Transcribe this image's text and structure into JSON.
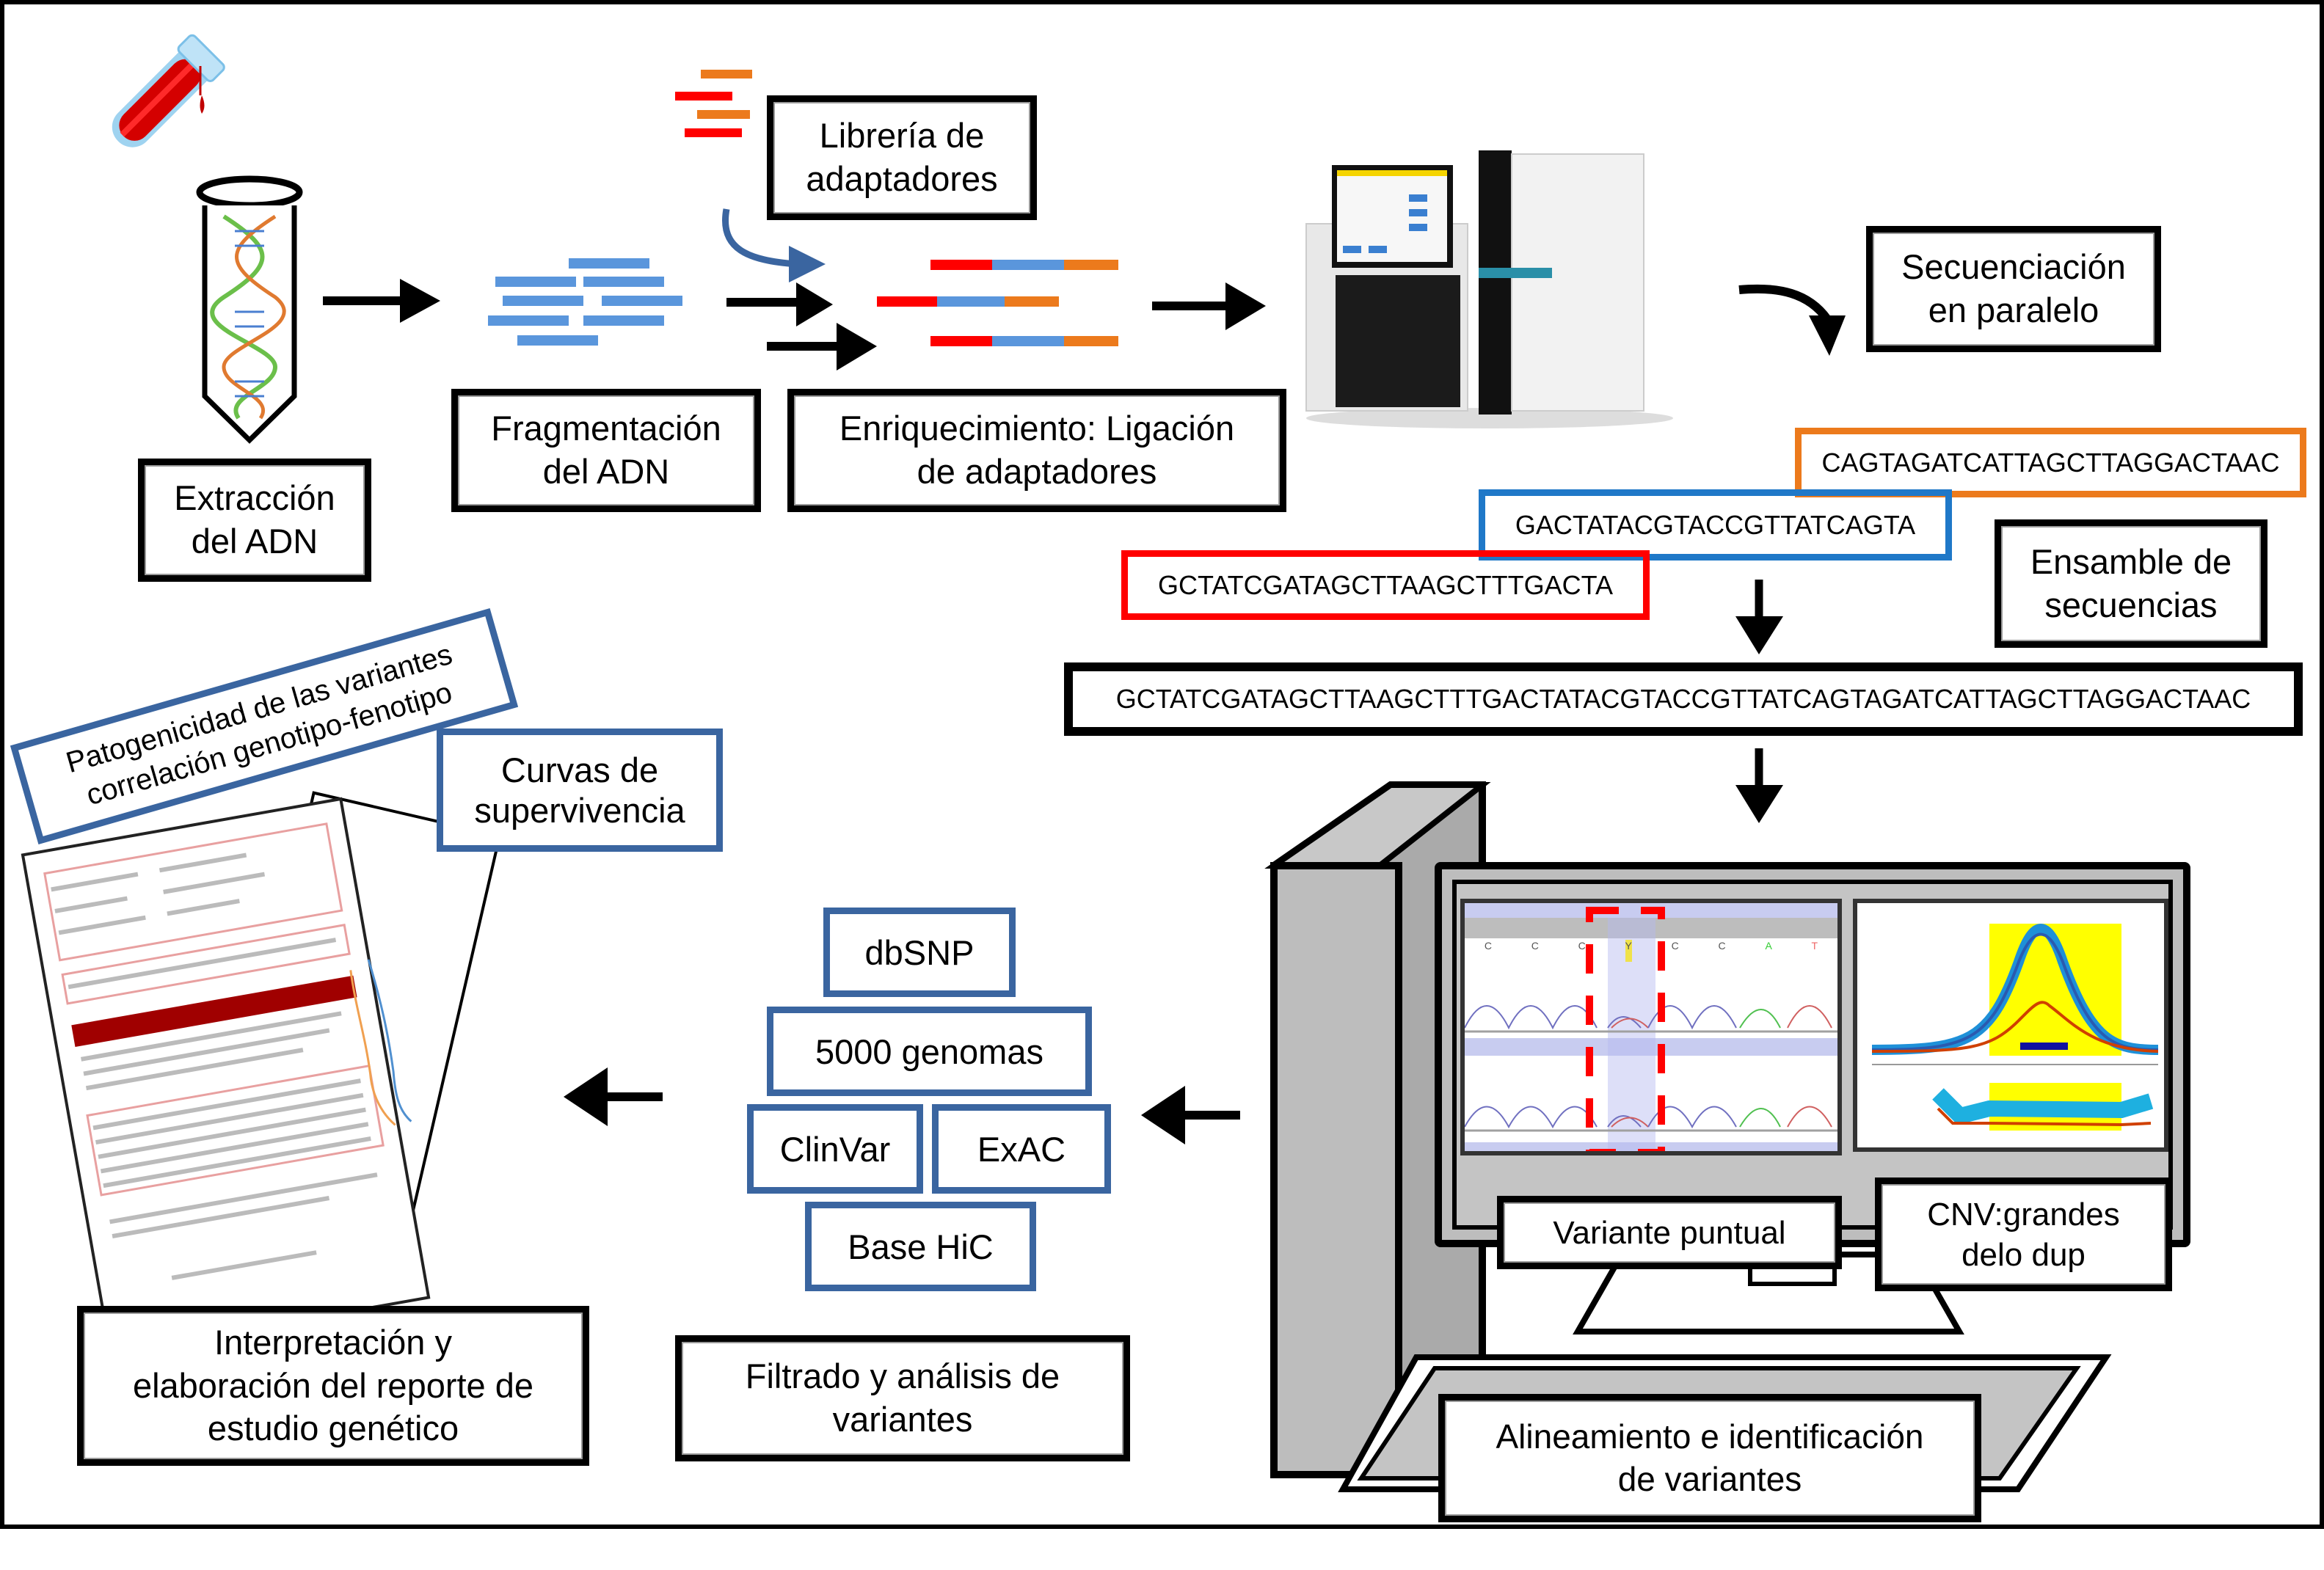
{
  "steps": {
    "extraction": "Extracción\ndel ADN",
    "fragmentation": "Fragmentación\ndel ADN",
    "adapter_library": "Librería de\nadaptadores",
    "enrichment": "Enriquecimiento: Ligación\nde adaptadores",
    "sequencing": "Secuenciación\nen paralelo",
    "assembly": "Ensamble de\nsecuencias",
    "alignment": "Alineamiento e identificación\nde variantes",
    "filtering": "Filtrado y análisis de\nvariantes",
    "interpretation": "Interpretación y\nelaboración del reporte de\nestudio genético"
  },
  "reads": {
    "orange": "CAGTAGATCATTAGCTTAGGACTAAC",
    "blue": "GACTATACGTACCGTTATCAGTA",
    "red": "GCTATCGATAGCTTAAGCTTTGACTA",
    "assembled": "GCTATCGATAGCTTAAGCTTTGACTATACGTACCGTTATCAGTAGATCATTAGCTTAGGACTAAC"
  },
  "monitor": {
    "point_variant": "Variante puntual",
    "cnv": "CNV:grandes\ndelo dup",
    "chromatogram_bases": [
      "C",
      "C",
      "C",
      "Y",
      "C",
      "C",
      "A",
      "T"
    ]
  },
  "databases": [
    "dbSNP",
    "5000 genomas",
    "ClinVar",
    "ExAC",
    "Base HiC"
  ],
  "report": {
    "pathogenicity": "Patogenicidad de las variantes\ncorrelación genotipo-fenotipo",
    "survival": "Curvas de\nsupervivencia"
  },
  "colors": {
    "adapter_red": "#ff0000",
    "adapter_orange": "#ec7a1c",
    "fragment_blue": "#5a96dc",
    "db_border": "#3a65a0",
    "blood_red": "#d40000"
  }
}
